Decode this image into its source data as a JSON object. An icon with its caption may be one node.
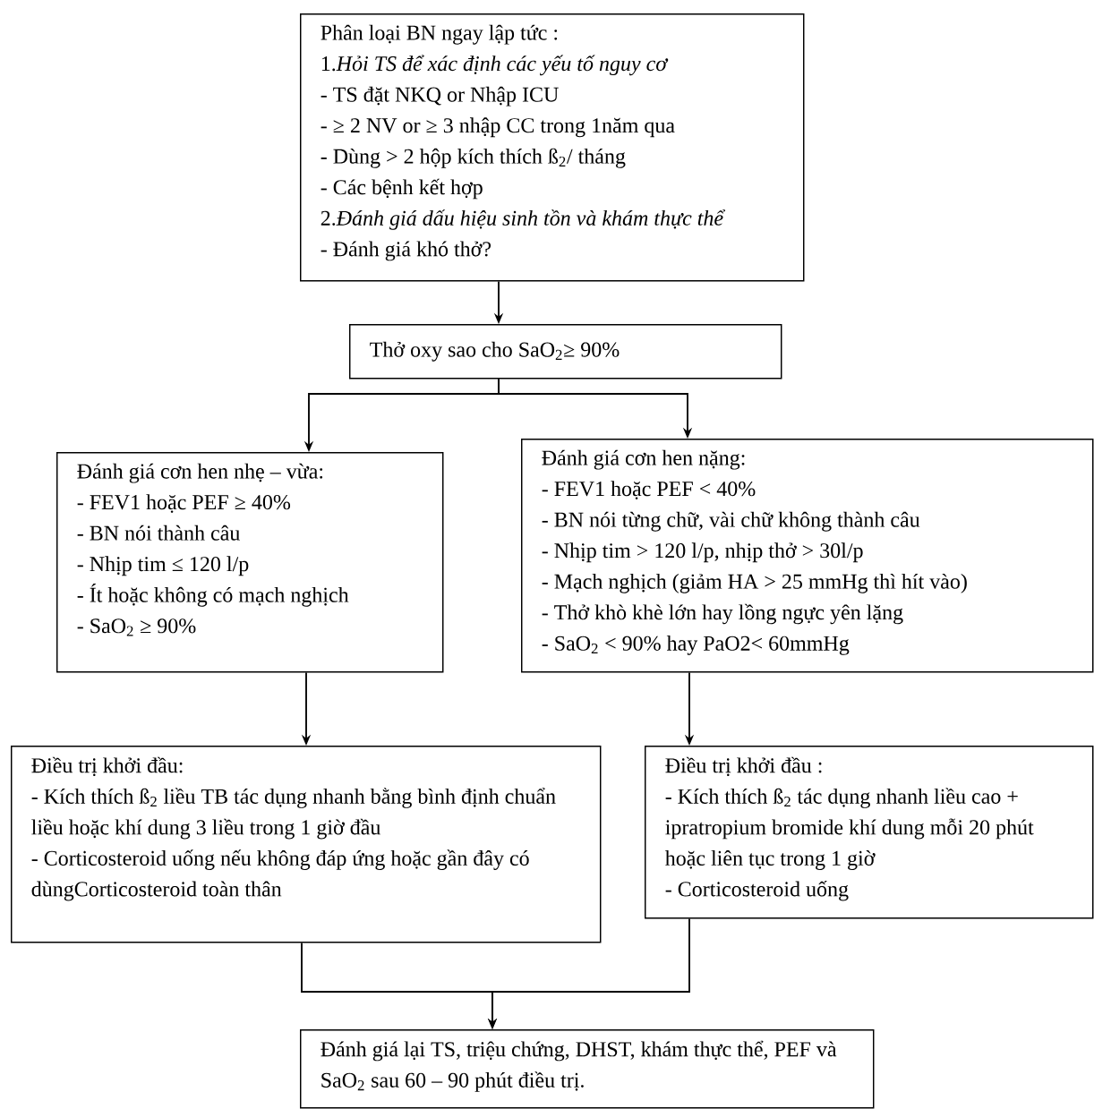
{
  "diagram": {
    "nodes": [
      {
        "text": [
          "Phân loại BN ngay lập tức :",
          "1.*Hỏi TS để xác định các yếu tố nguy cơ*",
          "- TS đặt NKQ or Nhập ICU",
          "- ≥ 2 NV or ≥ 3 nhập CC trong 1năm qua",
          "- Dùng > 2 hộp kích thích ß$_{2}$/ tháng",
          "- Các bệnh kết hợp",
          "2.*Đánh giá dấu hiệu sinh tồn và khám thực thể*",
          "- Đánh giá khó thở?"
        ]
      },
      {
        "text": [
          "Thở oxy sao cho SaO$_{2}$≥ 90%"
        ]
      },
      {
        "text": [
          "Đánh giá cơn hen nhẹ – vừa:",
          "- FEV1 hoặc PEF ≥ 40%",
          "- BN nói thành câu",
          "- Nhịp tim ≤ 120 l/p",
          "- Ít hoặc không có mạch nghịch",
          "- SaO$_{2}$ ≥ 90%"
        ]
      },
      {
        "text": [
          "Đánh giá cơn hen nặng:",
          "- FEV1 hoặc PEF < 40%",
          "- BN nói từng chữ, vài chữ không thành câu",
          "- Nhịp tim > 120 l/p, nhịp thở > 30l/p",
          "- Mạch nghịch (giảm HA > 25 mmHg thì hít vào)",
          "- Thở khò khè lớn hay lồng ngực yên lặng",
          "- SaO$_{2}$ < 90% hay PaO2< 60mmHg"
        ]
      },
      {
        "text": [
          "Điều trị khởi đầu:",
          "- Kích thích ß$_{2}$ liều TB tác dụng nhanh bằng bình định chuẩn liều hoặc khí dung 3 liều trong 1 giờ đầu",
          "- Corticosteroid uống nếu không đáp ứng hoặc gần đây có dùngCorticosteroid toàn thân"
        ]
      },
      {
        "text": [
          "Điều trị khởi đầu :",
          "- Kích thích ß$_{2}$ tác dụng nhanh liều cao + ipratropium bromide khí dung mỗi 20 phút hoặc liên tục trong 1 giờ",
          "- Corticosteroid uống"
        ]
      },
      {
        "text": [
          "Đánh giá lại TS, triệu chứng, DHST, khám thực thể, PEF và SaO$_{2}$ sau 60 – 90 phút điều trị."
        ]
      }
    ],
    "edges": [
      {
        "from": 0,
        "to": 1,
        "arrow": "to"
      },
      {
        "from": 1,
        "to": 2,
        "arrow": "to"
      },
      {
        "from": 1,
        "to": 3,
        "arrow": "to"
      },
      {
        "from": 2,
        "to": 4,
        "arrow": "to"
      },
      {
        "from": 3,
        "to": 5,
        "arrow": "to"
      },
      {
        "from": 4,
        "to": 6,
        "arrow": "to"
      },
      {
        "from": 5,
        "to": 6,
        "arrow": "to"
      }
    ]
  }
}
